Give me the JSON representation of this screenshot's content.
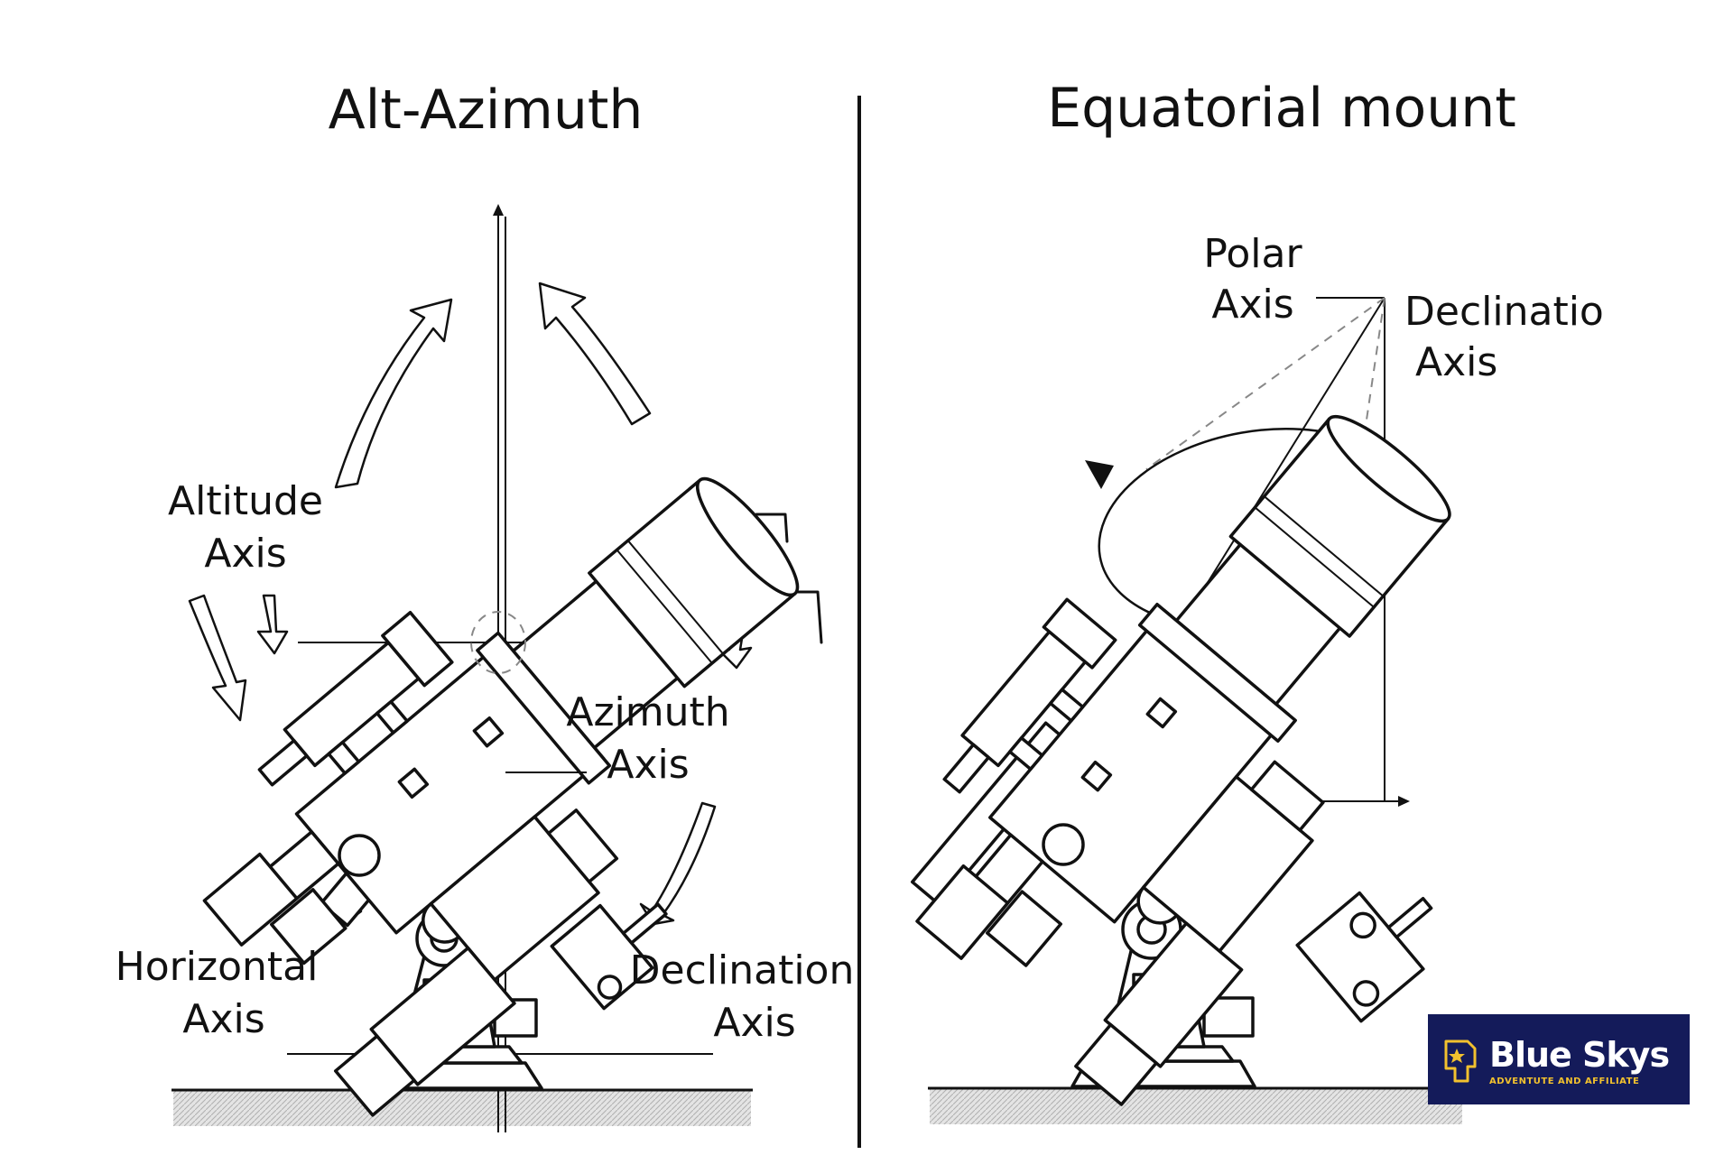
{
  "panels": {
    "left": {
      "title": "Alt-Azimuth",
      "labels": {
        "altitude_line1": "Altitude",
        "altitude_line2": "Axis",
        "azimuth_line1": "Azimuth",
        "azimuth_line2": "Axis",
        "horizontal_line1": "Horizontal",
        "horizontal_line2": "Axis",
        "declination_line1": "Declination",
        "declination_line2": "Axis"
      }
    },
    "right": {
      "title": "Equatorial mount",
      "labels": {
        "polar_line1": "Polar",
        "polar_line2": "Axis",
        "declination_line1": "Declinatio",
        "declination_line2": "Axis"
      }
    }
  },
  "logo": {
    "brand": "Blue Skys",
    "tagline": "ADVENTUTE AND AFFILIATE",
    "background": "#141b5a",
    "accent": "#f2c12e",
    "icon": "star-map-icon"
  }
}
